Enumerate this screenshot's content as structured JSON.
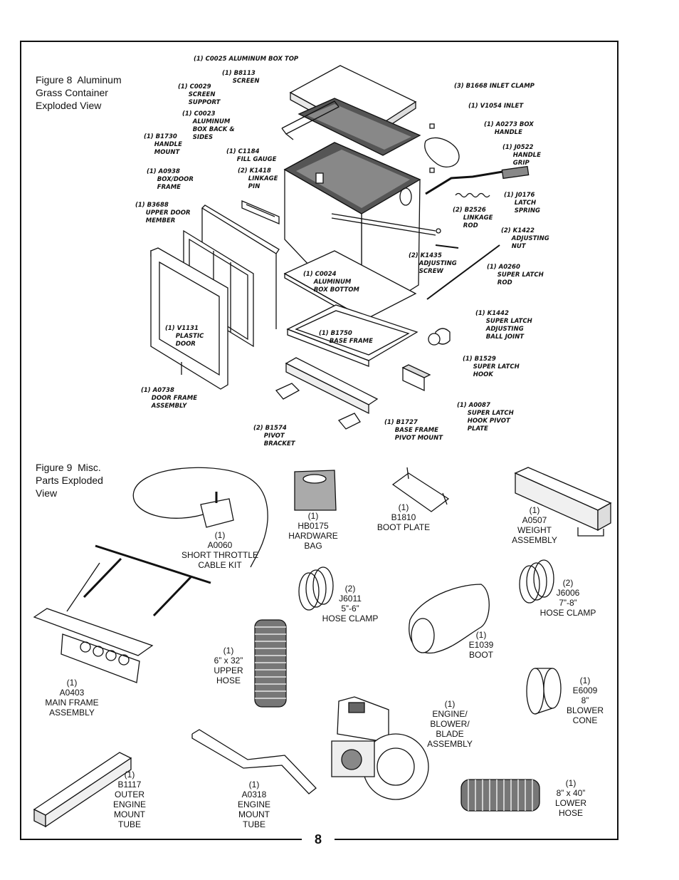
{
  "page_number": "8",
  "figure8": {
    "caption": "Figure 8  Aluminum\nGrass Container\nExploded View",
    "labels": [
      "(1) C0025 ALUMINUM BOX TOP",
      "(1) B8113\n     SCREEN",
      "(1) C0029\n     SCREEN\n     SUPPORT",
      "(1) C0023\n     ALUMINUM\n     BOX BACK &\n     SIDES",
      "(1) B1730\n     HANDLE\n     MOUNT",
      "(1) C1184\n     FILL GAUGE",
      "(2) K1418\n     LINKAGE\n     PIN",
      "(1) A0938\n     BOX/DOOR\n     FRAME",
      "(1) B3688\n     UPPER DOOR\n     MEMBER",
      "(3) B1668 INLET CLAMP",
      "(1) V1054 INLET",
      "(1) A0273 BOX\n     HANDLE",
      "(1) J0522\n     HANDLE\n     GRIP",
      "(1) J0176\n     LATCH\n     SPRING",
      "(2) B2526\n     LINKAGE\n     ROD",
      "(2) K1422\n     ADJUSTING\n     NUT",
      "(2) K1435\n     ADJUSTING\n     SCREW",
      "(1) A0260\n     SUPER LATCH\n     ROD",
      "(1) C0024\n     ALUMINUM\n     BOX BOTTOM",
      "(1) V1131\n     PLASTIC\n     DOOR",
      "(1) B1750\n     BASE FRAME",
      "(1) K1442\n     SUPER LATCH\n     ADJUSTING\n     BALL JOINT",
      "(1) B1529\n     SUPER LATCH\n     HOOK",
      "(1) A0738\n     DOOR FRAME\n     ASSEMBLY",
      "(1) A0087\n     SUPER LATCH\n     HOOK PIVOT\n     PLATE",
      "(1) B1727\n     BASE FRAME\n     PIVOT MOUNT",
      "(2) B1574\n     PIVOT\n     BRACKET"
    ]
  },
  "figure9": {
    "caption": "Figure 9  Misc.\nParts Exploded\nView",
    "labels": [
      "(1)\nA0060\nSHORT THROTTLE\nCABLE KIT",
      "(1)\nHB0175\nHARDWARE\nBAG",
      "(1)\nB1810\nBOOT PLATE",
      "(1)\nA0507\nWEIGHT\nASSEMBLY",
      "(2)\nJ6011\n5”-6”\nHOSE CLAMP",
      "(2)\nJ6006\n7”-8”\nHOSE CLAMP",
      "(1)\nE1039\nBOOT",
      "(1)\n6” x 32”\nUPPER\nHOSE",
      "(1)\nA0403\nMAIN FRAME\nASSEMBLY",
      "(1)\nE6009\n8”\nBLOWER\nCONE",
      "(1)\nENGINE/\nBLOWER/\nBLADE\nASSEMBLY",
      "(1)\nB1117\nOUTER\nENGINE\nMOUNT\nTUBE",
      "(1)\nA0318\nENGINE\nMOUNT\nTUBE",
      "(1)\n8” x 40”\nLOWER\nHOSE"
    ]
  }
}
